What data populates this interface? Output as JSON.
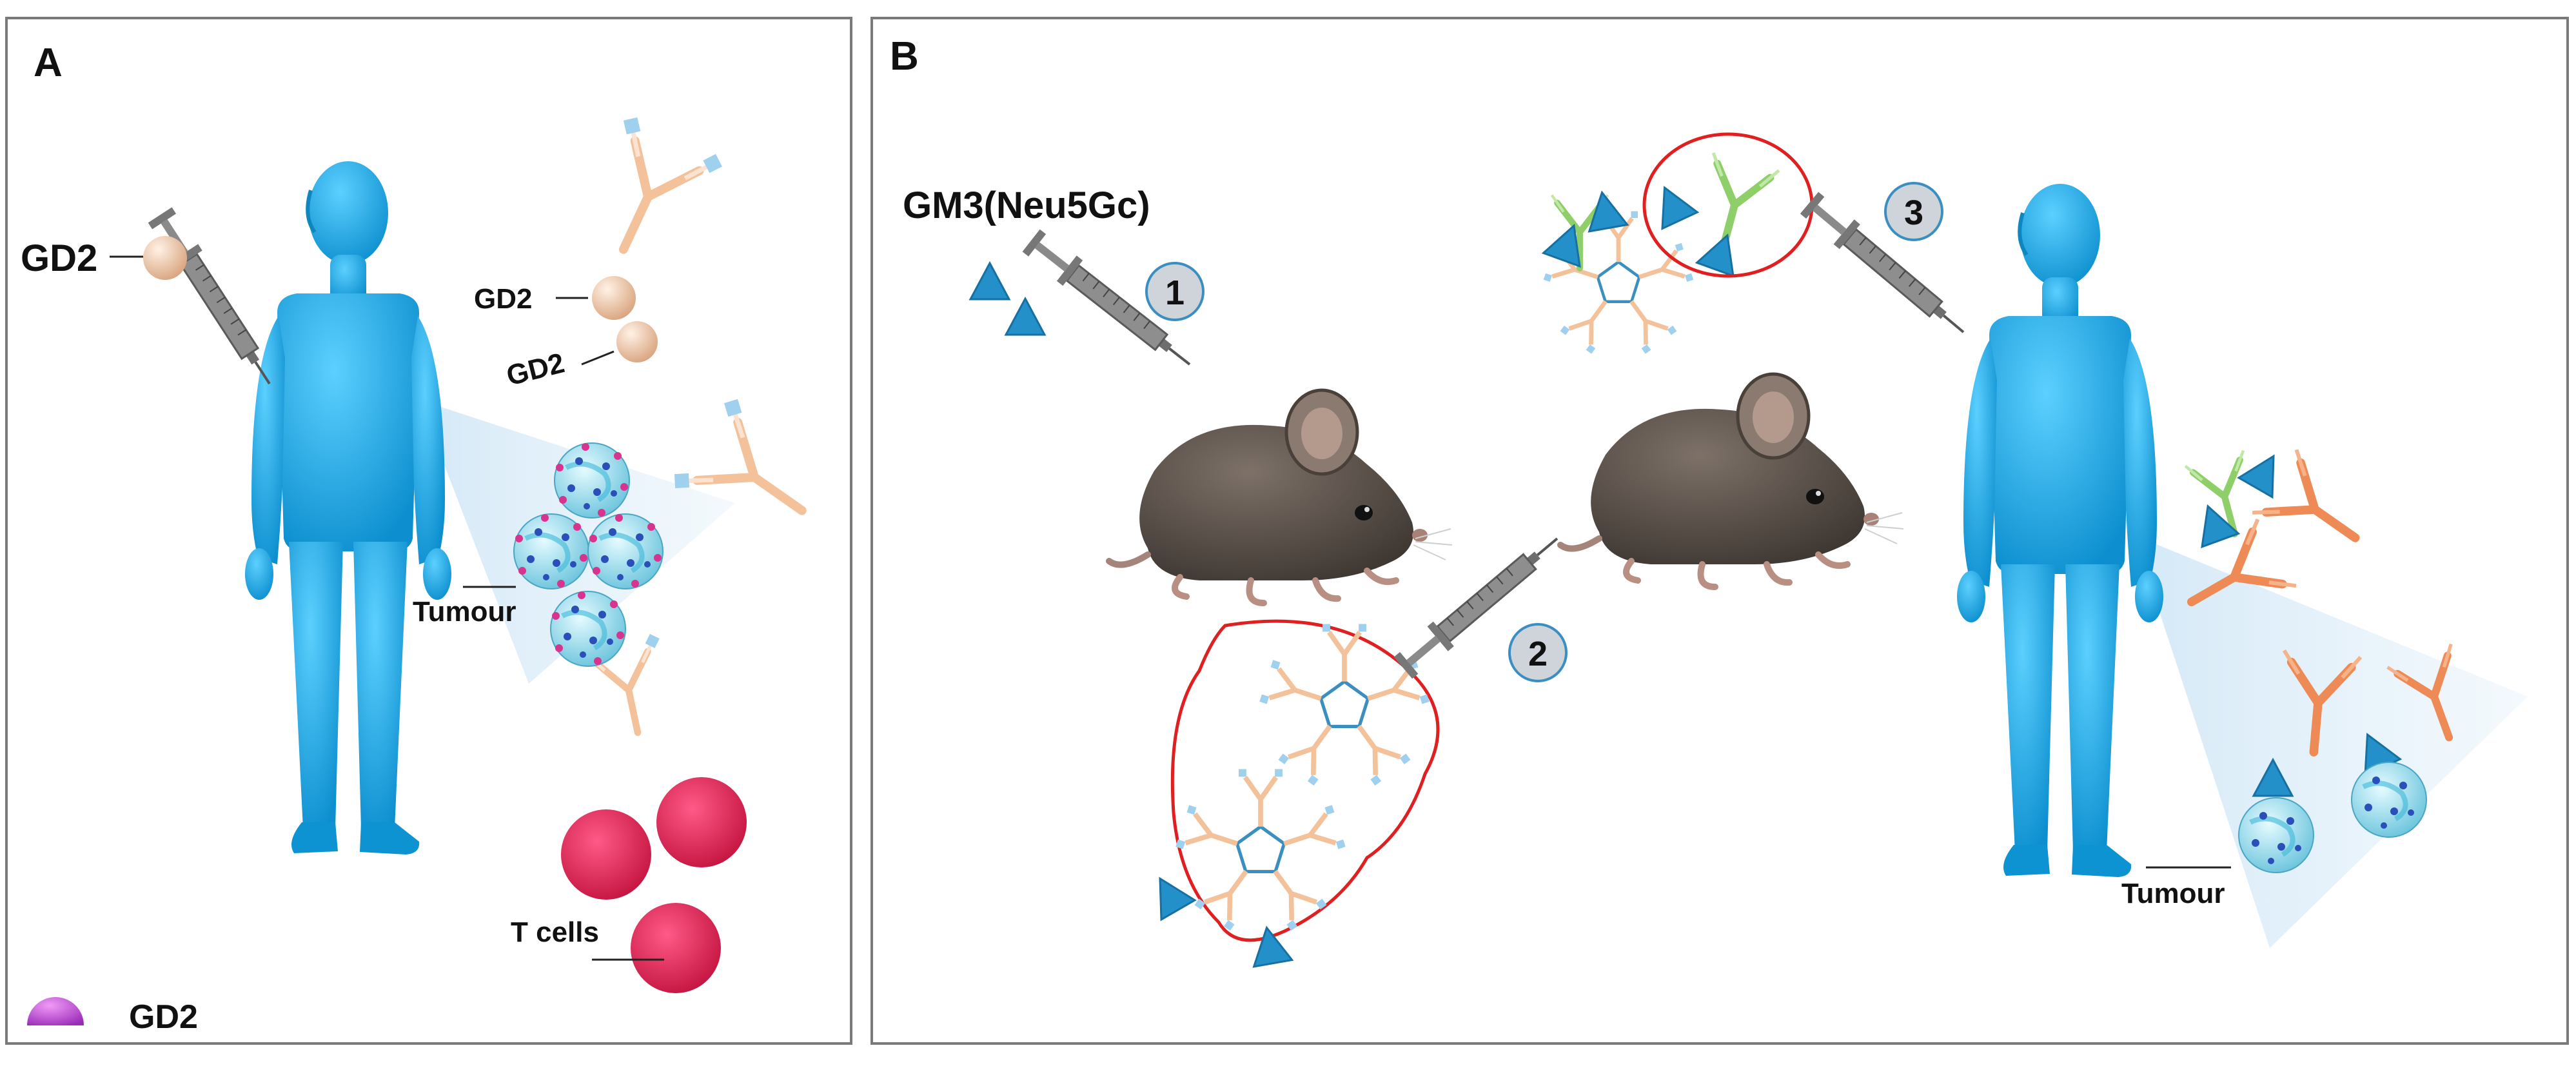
{
  "panel_a": {
    "letter": "A",
    "gd2_injection_label": "GD2",
    "gd2_label_1": "GD2",
    "gd2_label_2": "GD2",
    "tumour_label": "Tumour",
    "tcells_label": "T cells",
    "legend_label": "GD2"
  },
  "panel_b": {
    "letter": "B",
    "antigen_label": "GM3(Neu5Gc)",
    "step_1": "1",
    "step_2": "2",
    "step_3": "3",
    "tumour_label": "Tumour"
  },
  "colors": {
    "human": "#1ea8e0",
    "tcell": "#e8275a",
    "antigen": "#2390c9",
    "antibody_light": "#f3c19a",
    "antibody_orange": "#ee8a55",
    "antibody_green": "#8ecf6a",
    "highlight": "#e02020",
    "gd2_bead": "#efc6a6",
    "legend_dome": "#b03ac8"
  }
}
